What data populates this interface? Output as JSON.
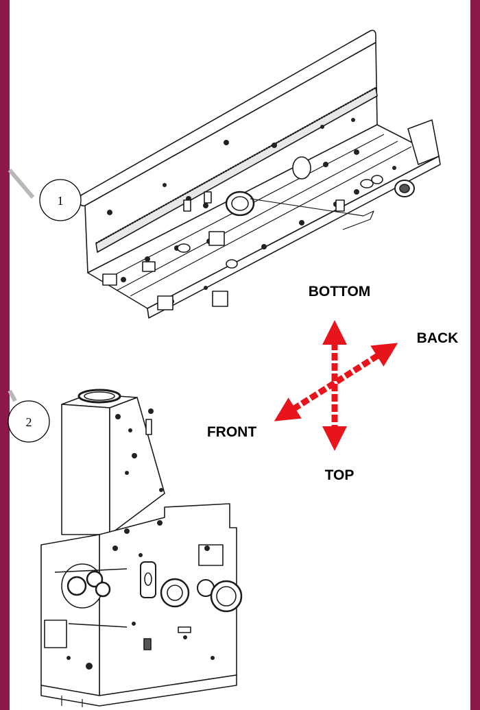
{
  "colors": {
    "frame": "#8b1a4a",
    "arrow": "#e8141c",
    "leader": "#b8b8b8",
    "line": "#1a1a1a"
  },
  "callouts": [
    "1",
    "2"
  ],
  "orientation": {
    "bottom_label": "BOTTOM",
    "top_label": "TOP",
    "back_label": "BACK",
    "front_label": "FRONT"
  },
  "icons": [
    "rail-assembly-drawing",
    "housing-assembly-drawing",
    "orientation-arrows-icon"
  ]
}
